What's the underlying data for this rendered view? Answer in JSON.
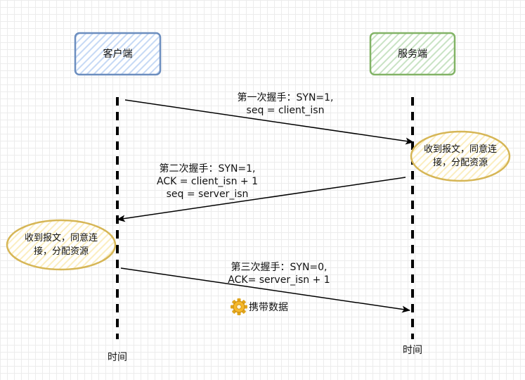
{
  "actors": {
    "client": {
      "label": "客户端",
      "stroke": "#6c8ebf",
      "fill": "#dae8fc"
    },
    "server": {
      "label": "服务端",
      "stroke": "#82b366",
      "fill": "#d5e8d4"
    }
  },
  "timelines": {
    "client_label": "时间",
    "server_label": "时间"
  },
  "messages": [
    {
      "lines": [
        "第一次握手：SYN=1,",
        "seq = client_isn"
      ]
    },
    {
      "lines": [
        "第二次握手：SYN=1,",
        "ACK = client_isn + 1",
        "seq = server_isn"
      ]
    },
    {
      "lines": [
        "第三次握手：SYN=0,",
        "ACK= server_isn + 1"
      ]
    }
  ],
  "notes": {
    "server": {
      "lines": [
        "收到报文，同意连",
        "接，分配资源"
      ],
      "stroke": "#d6b656",
      "fill": "#fff2cc"
    },
    "client": {
      "lines": [
        "收到报文，同意连",
        "接，分配资源"
      ],
      "stroke": "#d6b656",
      "fill": "#fff2cc"
    }
  },
  "payload": {
    "label": "携带数据",
    "icon": "gear-icon"
  }
}
